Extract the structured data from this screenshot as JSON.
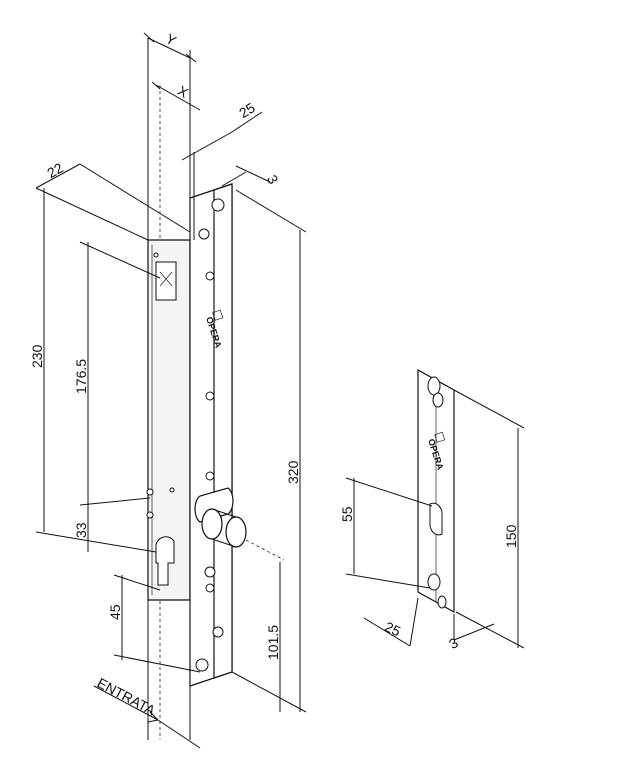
{
  "lock_drawing": {
    "labels": {
      "y": "Y",
      "x": "X",
      "d25_top": "25",
      "d3_top": "3",
      "d22": "22",
      "d230": "230",
      "d176": "176.5",
      "d33": "33",
      "d45": "45",
      "d320": "320",
      "d101": "101.5",
      "entrata": "ENTRATA",
      "brand": "OPERA"
    }
  },
  "strike_plate_drawing": {
    "labels": {
      "d55": "55",
      "d150": "150",
      "d25": "25",
      "d3": "3",
      "brand": "OPERA"
    }
  },
  "colors": {
    "line": "#111111",
    "background": "#ffffff"
  }
}
